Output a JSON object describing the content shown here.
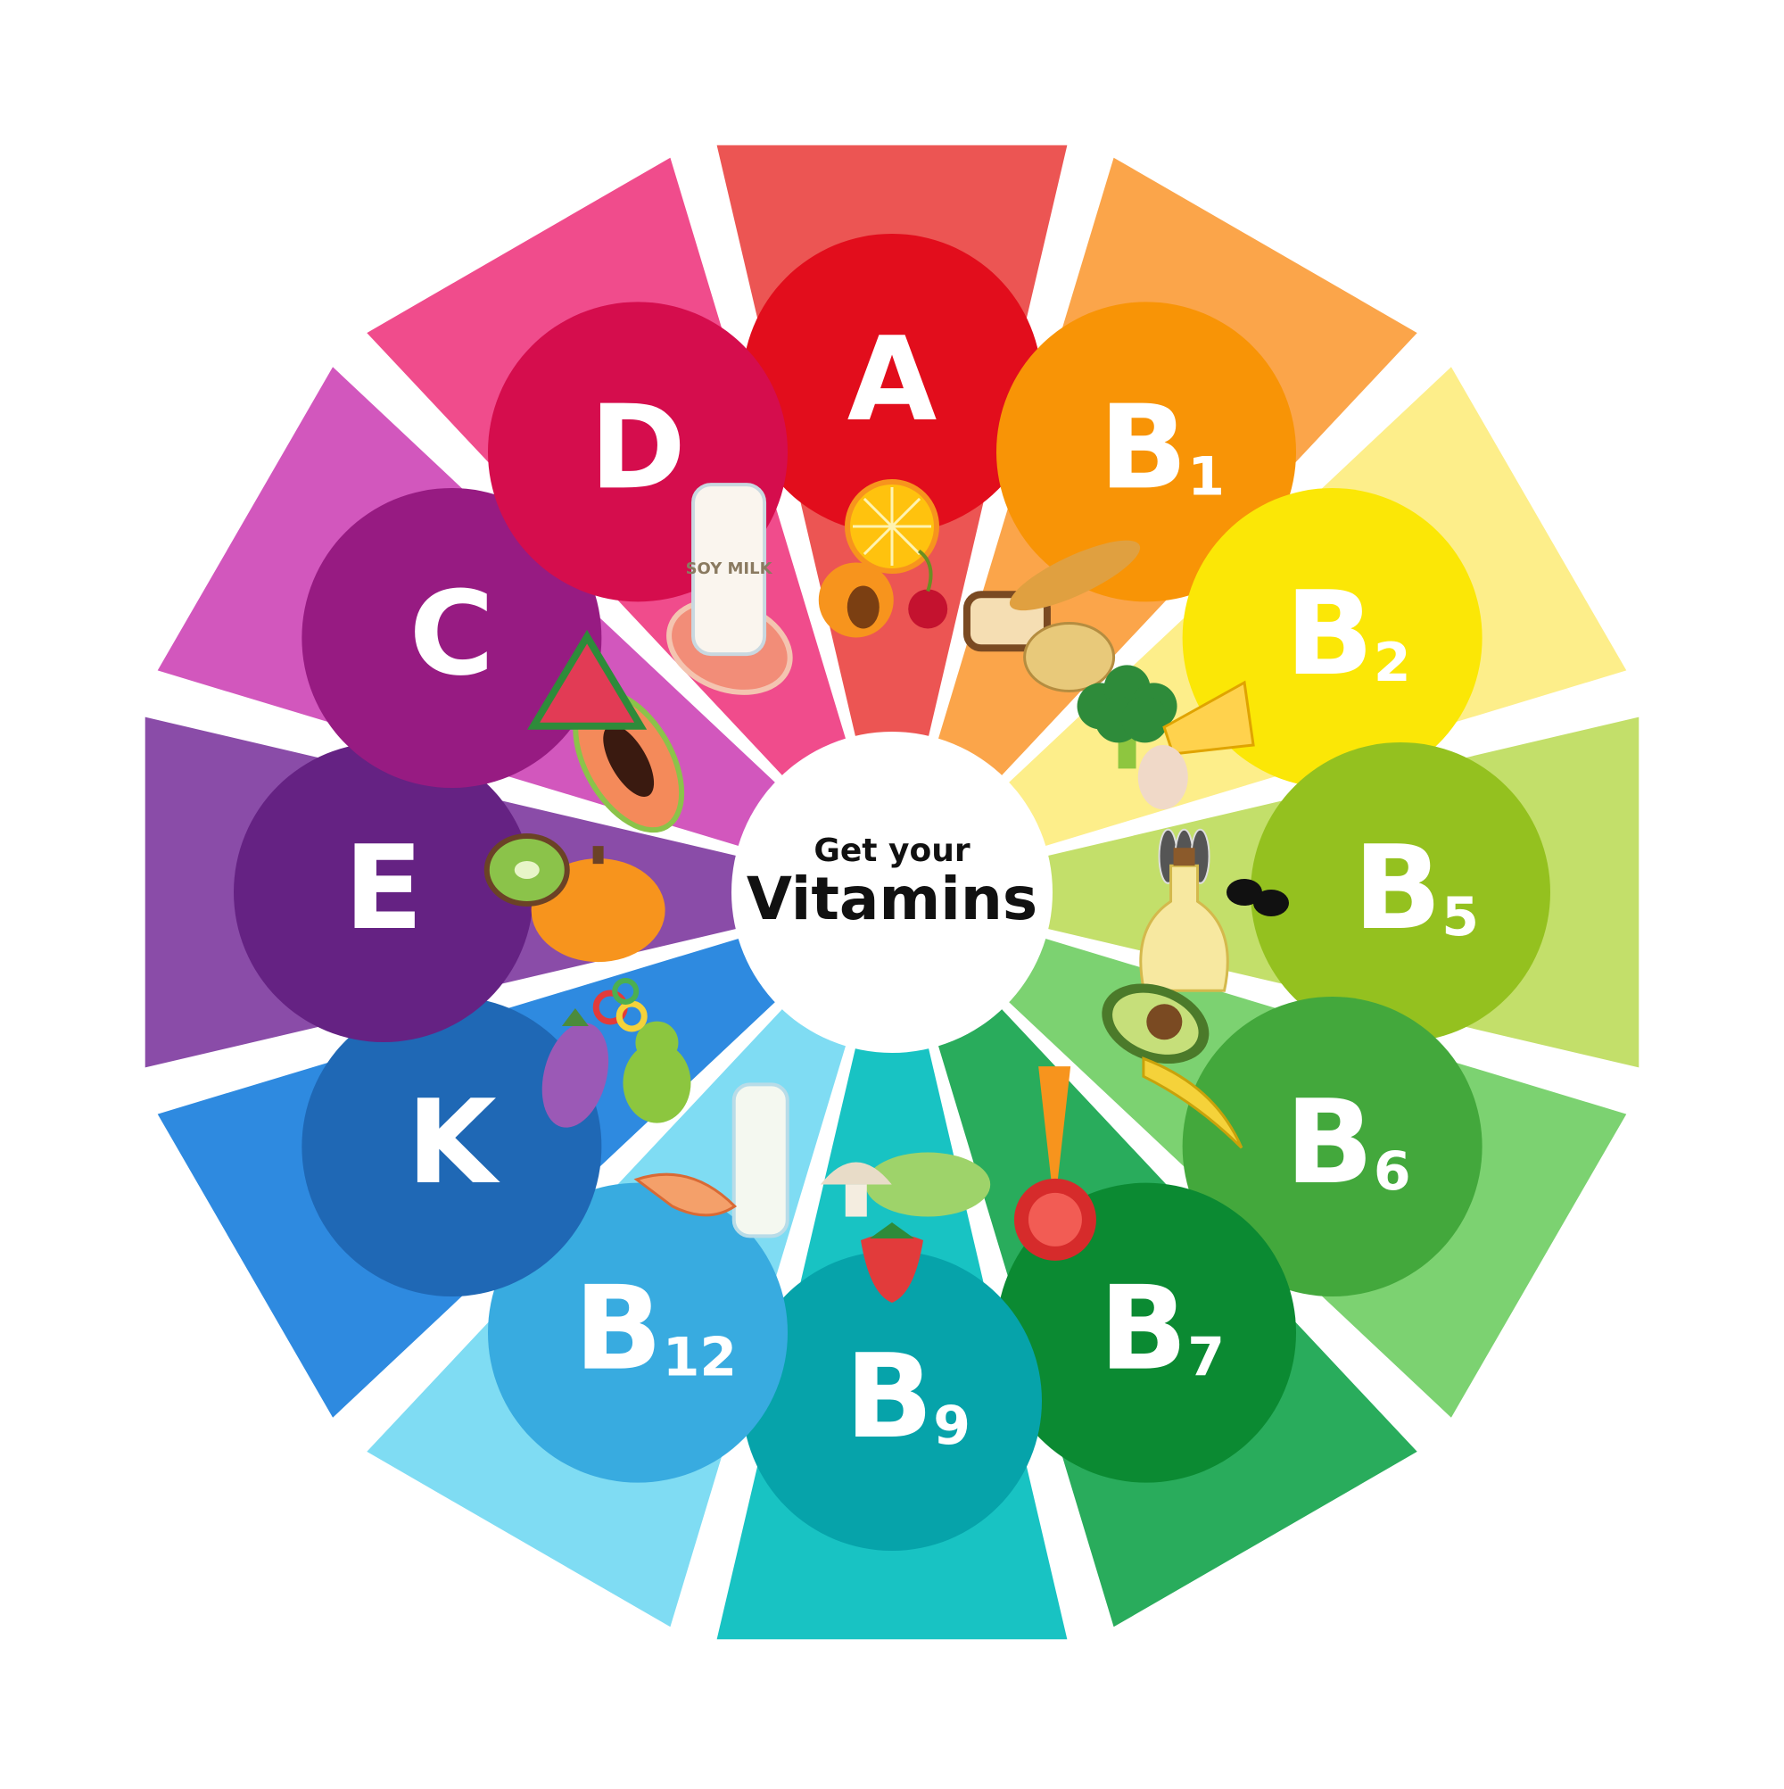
{
  "center": {
    "line1": "Get your",
    "line2": "Vitamins"
  },
  "vitamins": [
    {
      "letter": "A",
      "sub": "",
      "color": "#e20d1c",
      "ray": "#ec5553",
      "foods": [
        "apricot",
        "lemon",
        "cherry"
      ]
    },
    {
      "letter": "B",
      "sub": "1",
      "color": "#f89406",
      "ray": "#fba54a",
      "foods": [
        "bread",
        "baguette",
        "potato"
      ]
    },
    {
      "letter": "B",
      "sub": "2",
      "color": "#fbe706",
      "ray": "#fdee8a",
      "foods": [
        "broccoli",
        "cheese",
        "egg"
      ]
    },
    {
      "letter": "B",
      "sub": "5",
      "color": "#94c11f",
      "ray": "#c3df6a",
      "foods": [
        "sunflower-seeds",
        "olives",
        "olive-oil"
      ]
    },
    {
      "letter": "B",
      "sub": "6",
      "color": "#43a83c",
      "ray": "#7cd271",
      "foods": [
        "avocado",
        "banana"
      ]
    },
    {
      "letter": "B",
      "sub": "7",
      "color": "#0b8a32",
      "ray": "#29ac5c",
      "foods": [
        "carrot",
        "tomato"
      ]
    },
    {
      "letter": "B",
      "sub": "9",
      "color": "#06a3aa",
      "ray": "#18c3c3",
      "foods": [
        "lettuce",
        "strawberry",
        "mushroom"
      ]
    },
    {
      "letter": "B",
      "sub": "12",
      "color": "#38abe0",
      "ray": "#7fdcf3",
      "foods": [
        "milk",
        "shrimp"
      ]
    },
    {
      "letter": "K",
      "sub": "",
      "color": "#1f68b5",
      "ray": "#2e8ae0",
      "foods": [
        "pear",
        "eggplant",
        "bell-pepper"
      ]
    },
    {
      "letter": "E",
      "sub": "",
      "color": "#652283",
      "ray": "#8a4ca8",
      "foods": [
        "pumpkin",
        "kiwi"
      ]
    },
    {
      "letter": "C",
      "sub": "",
      "color": "#971b82",
      "ray": "#d257bd",
      "foods": [
        "papaya",
        "watermelon"
      ]
    },
    {
      "letter": "D",
      "sub": "",
      "color": "#d50d4d",
      "ray": "#f04c8c",
      "foods": [
        "salmon",
        "soy-milk"
      ]
    }
  ],
  "soy_milk_label": "SOY MILK",
  "icons": [
    "apricot-icon",
    "lemon-icon",
    "cherry-icon",
    "bread-icon",
    "potato-icon",
    "broccoli-icon",
    "cheese-icon",
    "egg-icon",
    "seeds-icon",
    "olive-icon",
    "oil-icon",
    "avocado-icon",
    "banana-icon",
    "carrot-icon",
    "tomato-icon",
    "lettuce-icon",
    "strawberry-icon",
    "mushroom-icon",
    "milk-icon",
    "shrimp-icon",
    "pear-icon",
    "eggplant-icon",
    "pepper-icon",
    "pumpkin-icon",
    "kiwi-icon",
    "papaya-icon",
    "watermelon-icon",
    "salmon-icon",
    "soy-milk-icon"
  ]
}
